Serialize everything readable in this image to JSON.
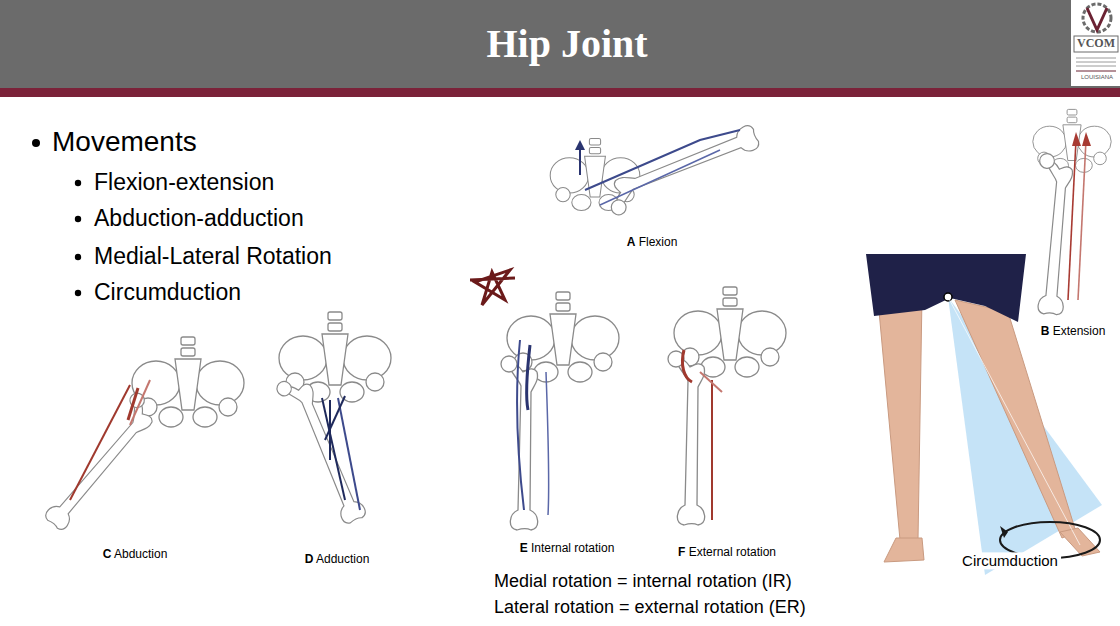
{
  "diagram": {
    "title": "Hip Joint",
    "labels": [
      "Movements",
      "Flexion-extension",
      "Abduction-adduction",
      "Medial-Lateral Rotation",
      "Circumduction",
      "A Flexion",
      "B Extension",
      "C Abduction",
      "D Adduction",
      "E Internal rotation",
      "F External rotation",
      "Circumduction",
      "Medial rotation = internal rotation (IR)",
      "Lateral rotation = external rotation (ER)",
      "VCOM",
      "LOUISIANA"
    ]
  }
}
